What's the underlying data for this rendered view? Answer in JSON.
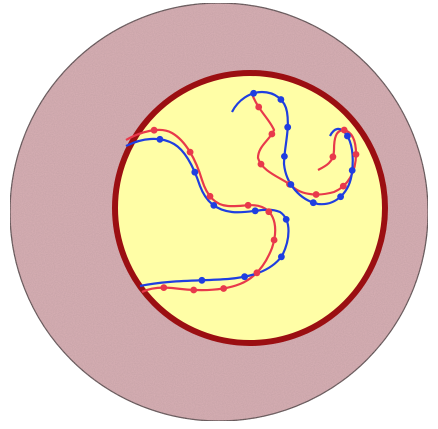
{
  "diagram": {
    "colors": {
      "outer_disk_fill": "#d9b0b5",
      "outer_disk_stroke": "#3a3a3a",
      "inner_disk_fill": "#fffea6",
      "inner_disk_stroke": "#9b0f12",
      "curve_red": "#e8394b",
      "curve_blue": "#1f3ee0",
      "point_red": "#e8394b",
      "point_blue": "#1f3ee0"
    },
    "curves": [
      {
        "name": "red-curve-lower",
        "color_key": "curve_red",
        "point_key": "point_red"
      },
      {
        "name": "blue-curve-lower",
        "color_key": "curve_blue",
        "point_key": "point_blue"
      },
      {
        "name": "red-curve-upper",
        "color_key": "curve_red",
        "point_key": "point_red"
      },
      {
        "name": "blue-curve-upper",
        "color_key": "curve_blue",
        "point_key": "point_blue"
      }
    ]
  }
}
